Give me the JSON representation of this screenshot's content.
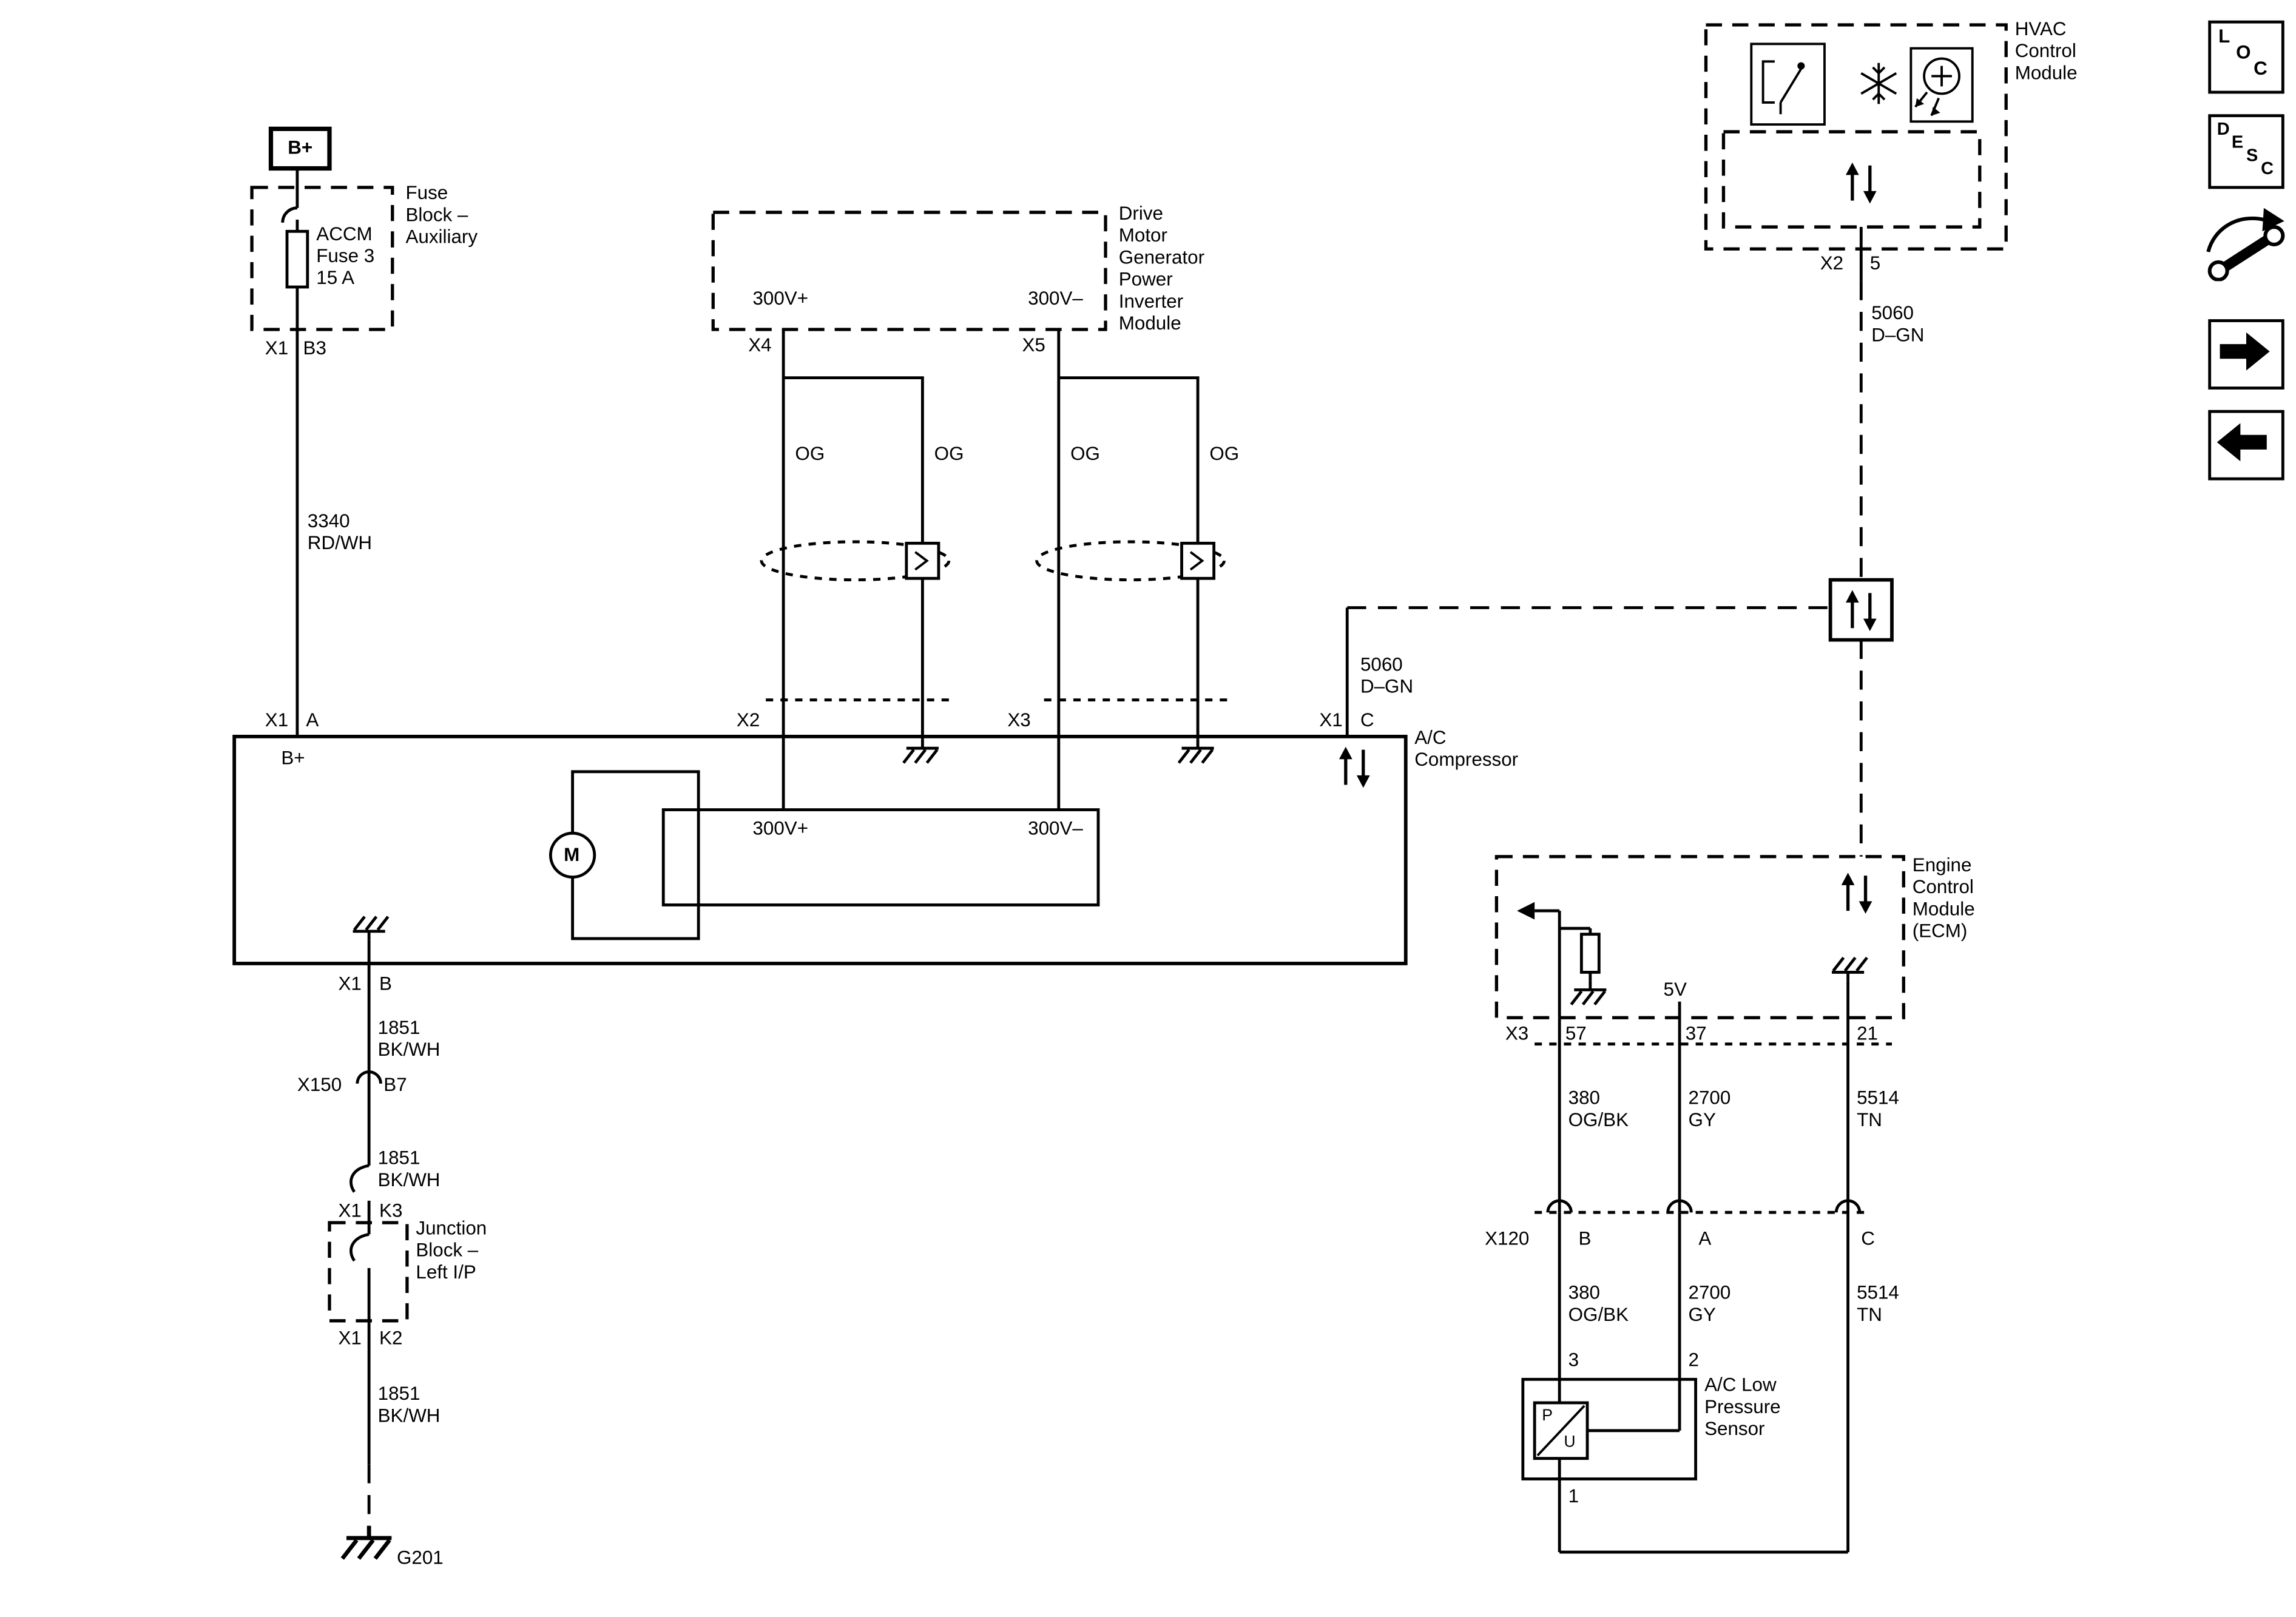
{
  "nav": {
    "loc": {
      "l": "L",
      "o": "O",
      "c": "C"
    },
    "desc": {
      "d": "D",
      "e": "E",
      "s": "S",
      "c": "C"
    }
  },
  "power": {
    "battery": "B+",
    "fuse_block_label": "Fuse\nBlock –\nAuxiliary",
    "fuse_label": "ACCM\nFuse 3\n15 A",
    "x1": "X1",
    "pin_b3": "B3",
    "wire_3340": "3340\nRD/WH",
    "pin_a": "A"
  },
  "inverter": {
    "label": "Drive\nMotor\nGenerator\nPower\nInverter\nModule",
    "v_plus": "300V+",
    "v_minus": "300V–",
    "x4": "X4",
    "x5": "X5",
    "og": "OG"
  },
  "compressor": {
    "label": "A/C\nCompressor",
    "b_plus": "B+",
    "x1": "X1",
    "pin_c": "C",
    "pin_b": "B",
    "x2": "X2",
    "x3": "X3",
    "motor": "M",
    "v_plus": "300V+",
    "v_minus": "300V–"
  },
  "serial_data": {
    "wire_5060": "5060\nD–GN"
  },
  "hvac": {
    "label": "HVAC\nControl\nModule",
    "x2": "X2",
    "pin_5": "5"
  },
  "ground_path": {
    "wire_1851": "1851\nBK/WH",
    "x150": "X150",
    "pin_b7": "B7",
    "x1": "X1",
    "pin_k3": "K3",
    "pin_k2": "K2",
    "junction_label": "Junction\nBlock –\nLeft I/P",
    "g201": "G201"
  },
  "ecm": {
    "label": "Engine\nControl\nModule\n(ECM)",
    "five_v": "5V",
    "x3": "X3",
    "pin_57": "57",
    "pin_37": "37",
    "pin_21": "21"
  },
  "sensor": {
    "label": "A/C Low\nPressure\nSensor",
    "x120": "X120",
    "pin_b": "B",
    "pin_a": "A",
    "pin_c": "C",
    "wire_380": "380\nOG/BK",
    "wire_2700": "2700\nGY",
    "wire_5514": "5514\nTN",
    "pin_3": "3",
    "pin_2": "2",
    "pin_1": "1",
    "p": "P",
    "u": "U"
  }
}
